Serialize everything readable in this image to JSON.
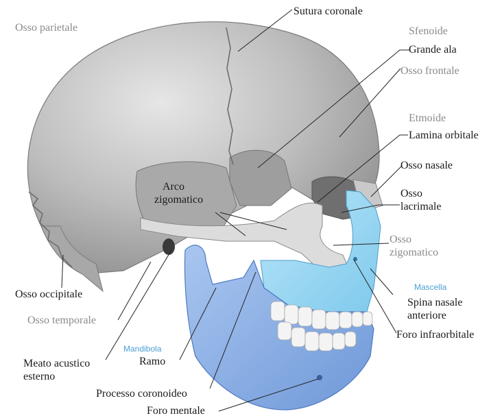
{
  "diagram": {
    "colors": {
      "cranium": "#bdbdbd",
      "cranium_shadow": "#9a9a9a",
      "mandibola": "#8fb3e8",
      "mascella": "#9fd8f2",
      "teeth": "#f4f4f4",
      "leader": "#222222",
      "label_dark": "#1a1a1a",
      "label_grey": "#8a8a8a",
      "label_blue": "#4a9fd6"
    },
    "labels": {
      "osso_parietale": "Osso parietale",
      "sutura_coronale": "Sutura coronale",
      "sfenoide": "Sfenoide",
      "grande_ala": "Grande ala",
      "osso_frontale": "Osso frontale",
      "etmoide": "Etmoide",
      "lamina_orbitale": "Lamina orbitale",
      "osso_nasale": "Osso nasale",
      "osso_lacrimale_1": "Osso",
      "osso_lacrimale_2": "lacrimale",
      "arco_zigomatico_1": "Arco",
      "arco_zigomatico_2": "zigomatico",
      "osso_zigomatico_1": "Osso",
      "osso_zigomatico_2": "zigomatico",
      "mascella": "Mascella",
      "spina_nasale_1": "Spina nasale",
      "spina_nasale_2": "anteriore",
      "foro_infraorbitale": "Foro infraorbitale",
      "osso_occipitale": "Osso occipitale",
      "osso_temporale": "Osso temporale",
      "mandibola": "Mandibola",
      "ramo": "Ramo",
      "meato_1": "Meato acustico",
      "meato_2": "esterno",
      "processo_coronoideo": "Processo coronoideo",
      "foro_mentale": "Foro mentale"
    }
  }
}
